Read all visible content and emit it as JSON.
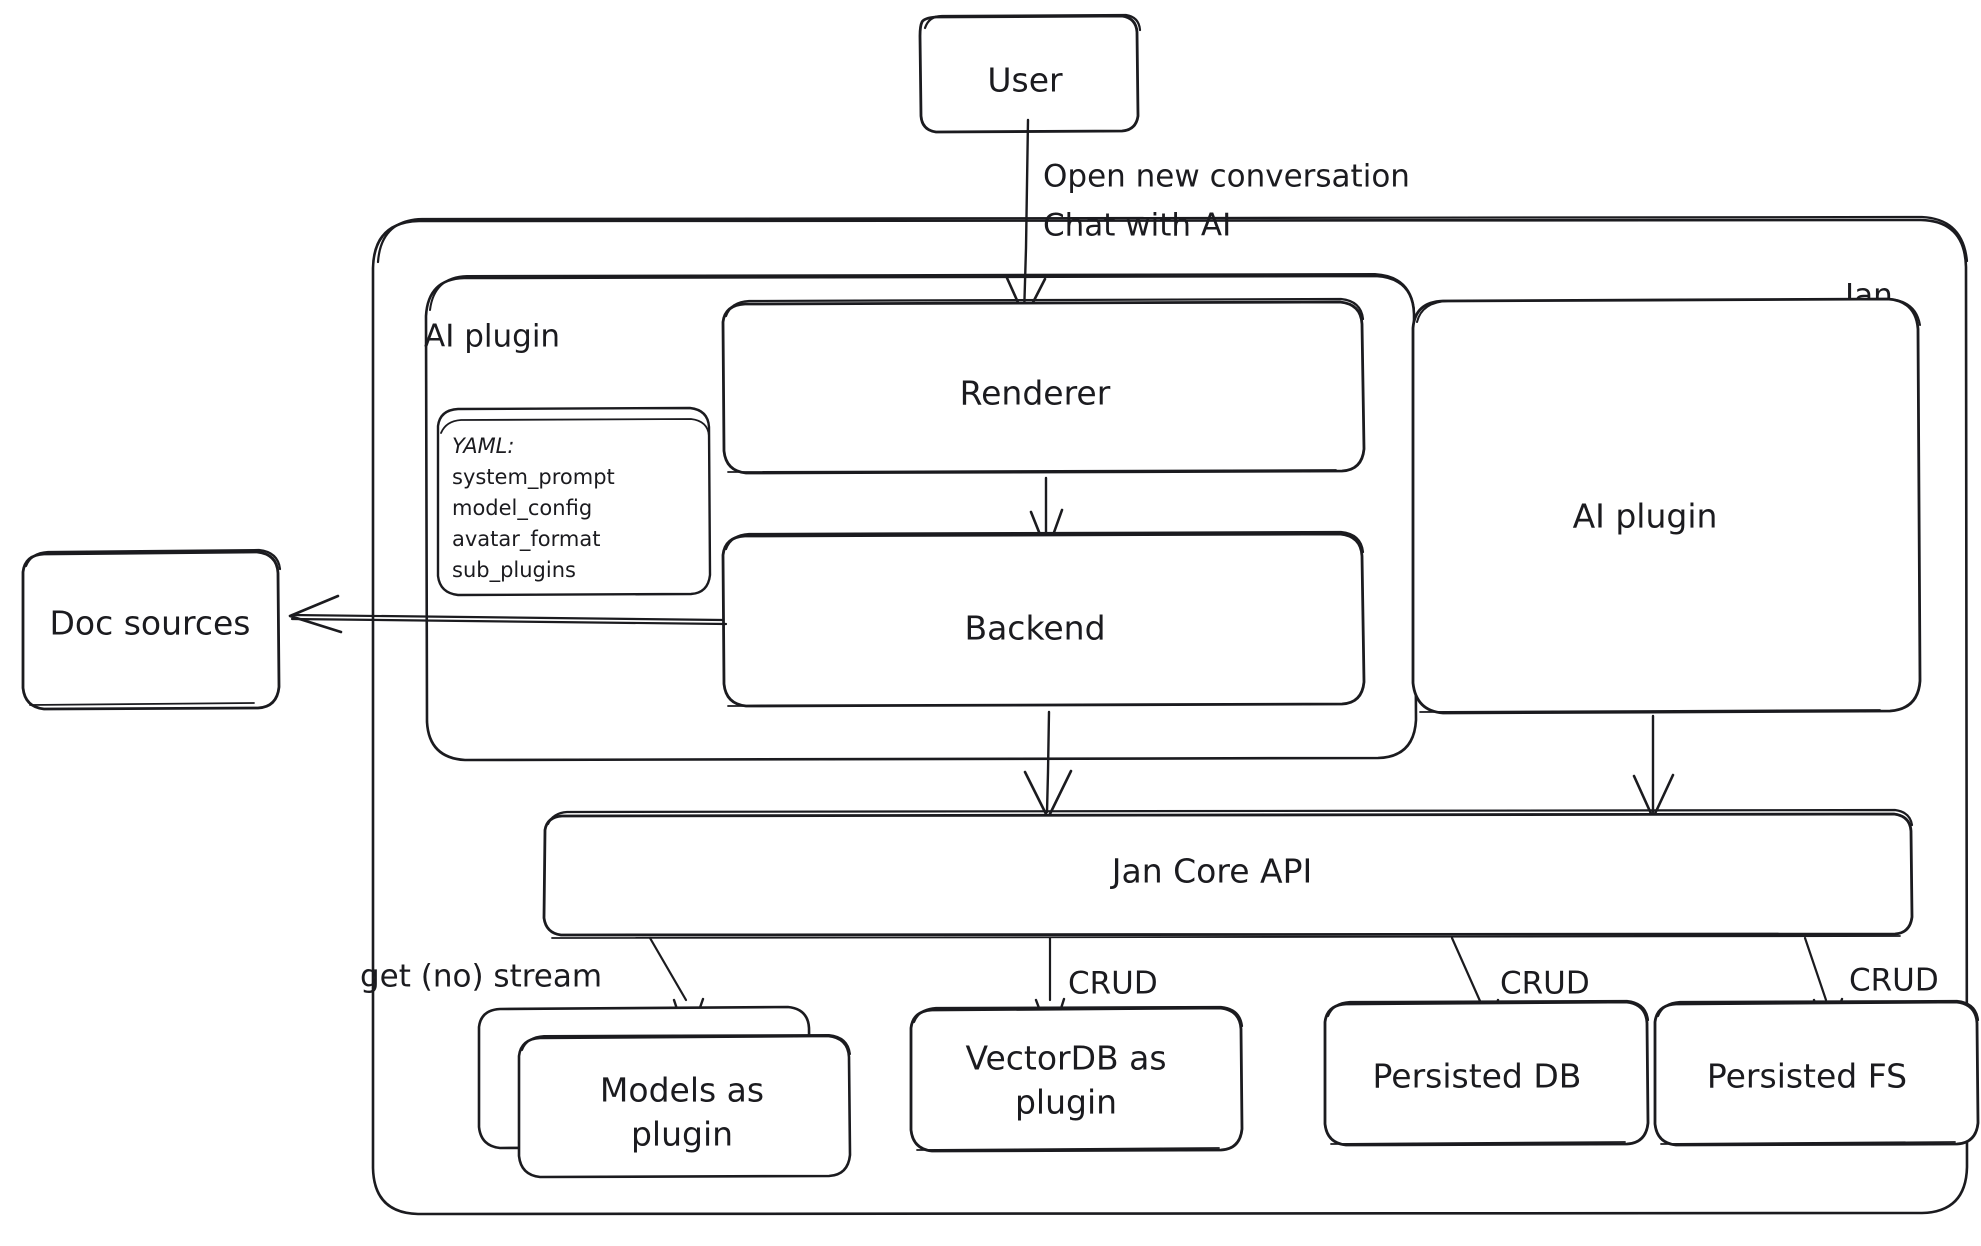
{
  "diagram": {
    "title_style": "hand-drawn architecture diagram",
    "stroke_color": "#1b1b1f",
    "background_color": "#ffffff",
    "groups": [
      {
        "id": "jan",
        "label": "Jan"
      },
      {
        "id": "ai-plugin-group",
        "label": "AI plugin"
      }
    ],
    "nodes": [
      {
        "id": "user",
        "label": "User"
      },
      {
        "id": "renderer",
        "label": "Renderer"
      },
      {
        "id": "backend",
        "label": "Backend"
      },
      {
        "id": "ai-plugin-box",
        "label": "AI plugin"
      },
      {
        "id": "doc-sources",
        "label": "Doc sources"
      },
      {
        "id": "jan-core-api",
        "label": "Jan Core API"
      },
      {
        "id": "models",
        "label_line1": "Models as",
        "label_line2": "plugin"
      },
      {
        "id": "vectordb",
        "label_line1": "VectorDB as",
        "label_line2": "plugin"
      },
      {
        "id": "persisted-db",
        "label": "Persisted DB"
      },
      {
        "id": "persisted-fs",
        "label": "Persisted FS"
      }
    ],
    "yaml_card": {
      "heading": "YAML:",
      "keys": [
        "system_prompt",
        "model_config",
        "avatar_format",
        "sub_plugins"
      ]
    },
    "edges": [
      {
        "id": "user-to-renderer",
        "from": "user",
        "to": "renderer",
        "label_line1": "Open new conversation",
        "label_line2": "Chat with AI"
      },
      {
        "id": "renderer-to-backend",
        "from": "renderer",
        "to": "backend",
        "label": ""
      },
      {
        "id": "backend-to-docs",
        "from": "backend",
        "to": "doc-sources",
        "label": ""
      },
      {
        "id": "backend-to-core",
        "from": "backend",
        "to": "jan-core-api",
        "label": ""
      },
      {
        "id": "plugin-to-core",
        "from": "ai-plugin-box",
        "to": "jan-core-api",
        "label": ""
      },
      {
        "id": "core-to-models",
        "from": "jan-core-api",
        "to": "models",
        "label": "get (no) stream"
      },
      {
        "id": "core-to-vectordb",
        "from": "jan-core-api",
        "to": "vectordb",
        "label": "CRUD"
      },
      {
        "id": "core-to-db",
        "from": "jan-core-api",
        "to": "persisted-db",
        "label": "CRUD"
      },
      {
        "id": "core-to-fs",
        "from": "jan-core-api",
        "to": "persisted-fs",
        "label": "CRUD"
      }
    ]
  }
}
